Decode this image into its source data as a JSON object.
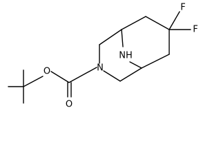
{
  "atoms": {
    "f_top": "F",
    "f_right": "F",
    "nh": "NH",
    "n_ring": "N",
    "o_ester": "O",
    "o_carbonyl": "O"
  }
}
